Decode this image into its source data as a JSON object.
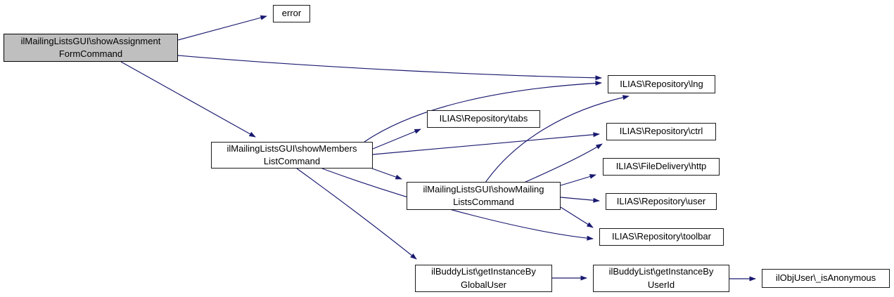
{
  "diagram": {
    "type": "call-graph",
    "colors": {
      "background": "#ffffff",
      "edge": "#191970",
      "node_fill": "#ffffff",
      "node_border": "#1a1a1a",
      "highlight_fill": "#bfbfbf"
    },
    "nodes": {
      "show_assignment_form": {
        "label": "ilMailingListsGUI\\showAssignment\nFormCommand",
        "highlighted": true
      },
      "error": {
        "label": "error"
      },
      "repo_lng": {
        "label": "ILIAS\\Repository\\lng"
      },
      "repo_tabs": {
        "label": "ILIAS\\Repository\\tabs"
      },
      "show_members_list": {
        "label": "ilMailingListsGUI\\showMembers\nListCommand"
      },
      "show_mailing_lists": {
        "label": "ilMailingListsGUI\\showMailing\nListsCommand"
      },
      "repo_ctrl": {
        "label": "ILIAS\\Repository\\ctrl"
      },
      "filedelivery_http": {
        "label": "ILIAS\\FileDelivery\\http"
      },
      "repo_user": {
        "label": "ILIAS\\Repository\\user"
      },
      "repo_toolbar": {
        "label": "ILIAS\\Repository\\toolbar"
      },
      "buddy_global_user": {
        "label": "ilBuddyList\\getInstanceBy\nGlobalUser"
      },
      "buddy_user_id": {
        "label": "ilBuddyList\\getInstanceBy\nUserId"
      },
      "is_anonymous": {
        "label": "ilObjUser\\_isAnonymous"
      }
    },
    "edges": [
      {
        "from": "show_assignment_form",
        "to": "error"
      },
      {
        "from": "show_assignment_form",
        "to": "repo_lng"
      },
      {
        "from": "show_assignment_form",
        "to": "show_members_list"
      },
      {
        "from": "show_members_list",
        "to": "repo_lng"
      },
      {
        "from": "show_members_list",
        "to": "repo_tabs"
      },
      {
        "from": "show_members_list",
        "to": "repo_ctrl"
      },
      {
        "from": "show_members_list",
        "to": "show_mailing_lists"
      },
      {
        "from": "show_members_list",
        "to": "repo_toolbar"
      },
      {
        "from": "show_members_list",
        "to": "buddy_global_user"
      },
      {
        "from": "show_mailing_lists",
        "to": "repo_lng"
      },
      {
        "from": "show_mailing_lists",
        "to": "repo_ctrl"
      },
      {
        "from": "show_mailing_lists",
        "to": "filedelivery_http"
      },
      {
        "from": "show_mailing_lists",
        "to": "repo_user"
      },
      {
        "from": "show_mailing_lists",
        "to": "repo_toolbar"
      },
      {
        "from": "buddy_global_user",
        "to": "buddy_user_id"
      },
      {
        "from": "buddy_user_id",
        "to": "is_anonymous"
      }
    ]
  }
}
